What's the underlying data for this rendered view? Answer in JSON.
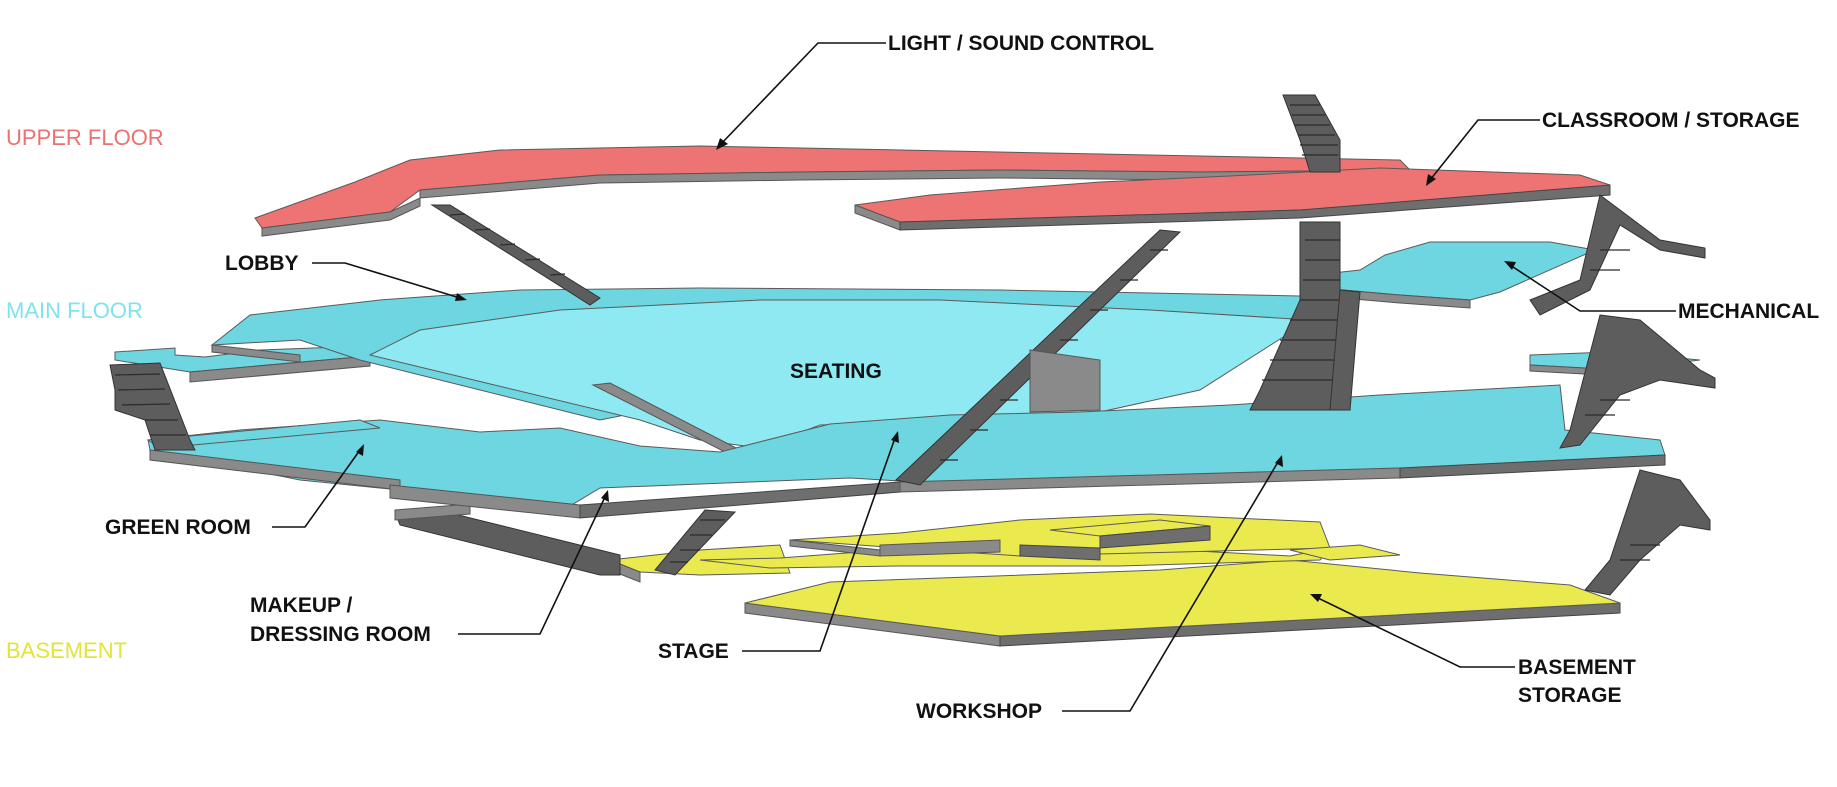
{
  "floor_labels": {
    "upper": {
      "text": "UPPER FLOOR",
      "color": "#ee7070"
    },
    "main": {
      "text": "MAIN FLOOR",
      "color": "#7fe3ee"
    },
    "basement": {
      "text": "BASEMENT",
      "color": "#e3e33a"
    }
  },
  "callouts": {
    "light_sound": "LIGHT / SOUND CONTROL",
    "classroom": "CLASSROOM / STORAGE",
    "lobby": "LOBBY",
    "seating": "SEATING",
    "mechanical": "MECHANICAL",
    "green_room": "GREEN ROOM",
    "makeup_line1": "MAKEUP /",
    "makeup_line2": "DRESSING ROOM",
    "stage": "STAGE",
    "workshop": "WORKSHOP",
    "basement_storage_line1": "BASEMENT",
    "basement_storage_line2": "STORAGE"
  },
  "colors": {
    "upper_floor": "#ee7373",
    "main_floor": "#6dd6e0",
    "seating": "#8ee9f2",
    "basement": "#eaea4e",
    "slab_edge": "#8a8a8a",
    "stairs": "#5d5d5d"
  }
}
